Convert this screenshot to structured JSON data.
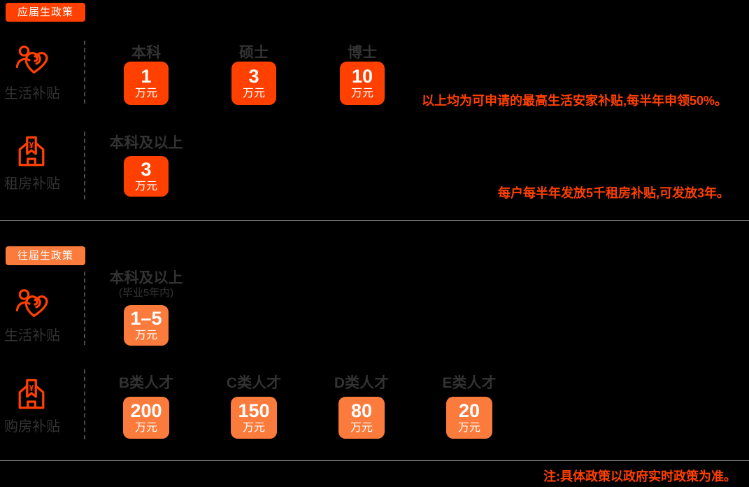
{
  "colors": {
    "background": "#000000",
    "accent_primary": "#ff4000",
    "accent_secondary": "#fa7b3c",
    "dark_text": "#333333",
    "card_text": "#ffffff",
    "divider": "#a8a8a8",
    "dashed_line": "#4a4a4a"
  },
  "sections": [
    {
      "badge": "应届生政策",
      "rows": [
        {
          "icon": "people-heart-icon",
          "label": "生活补贴",
          "columns": [
            {
              "header": "本科",
              "value": "1",
              "unit": "万元"
            },
            {
              "header": "硕士",
              "value": "3",
              "unit": "万元"
            },
            {
              "header": "博士",
              "value": "10",
              "unit": "万元"
            }
          ],
          "note": "以上均为可申请的最高生活安家补贴,每半年申领50%。"
        },
        {
          "icon": "house-yen-icon",
          "label": "租房补贴",
          "columns": [
            {
              "header": "本科及以上",
              "value": "3",
              "unit": "万元"
            }
          ],
          "note": "每户每半年发放5千租房补贴,可发放3年。"
        }
      ]
    },
    {
      "badge": "往届生政策",
      "rows": [
        {
          "icon": "people-heart-icon",
          "label": "生活补贴",
          "columns": [
            {
              "header": "本科及以上",
              "subheader": "(毕业5年内)",
              "value": "1–5",
              "unit": "万元"
            }
          ]
        },
        {
          "icon": "house-yen-icon",
          "label": "购房补贴",
          "columns": [
            {
              "header": "B类人才",
              "value": "200",
              "unit": "万元"
            },
            {
              "header": "C类人才",
              "value": "150",
              "unit": "万元"
            },
            {
              "header": "D类人才",
              "value": "80",
              "unit": "万元"
            },
            {
              "header": "E类人才",
              "value": "20",
              "unit": "万元"
            }
          ]
        }
      ]
    }
  ],
  "footnote": "注:具体政策以政府实时政策为准。"
}
